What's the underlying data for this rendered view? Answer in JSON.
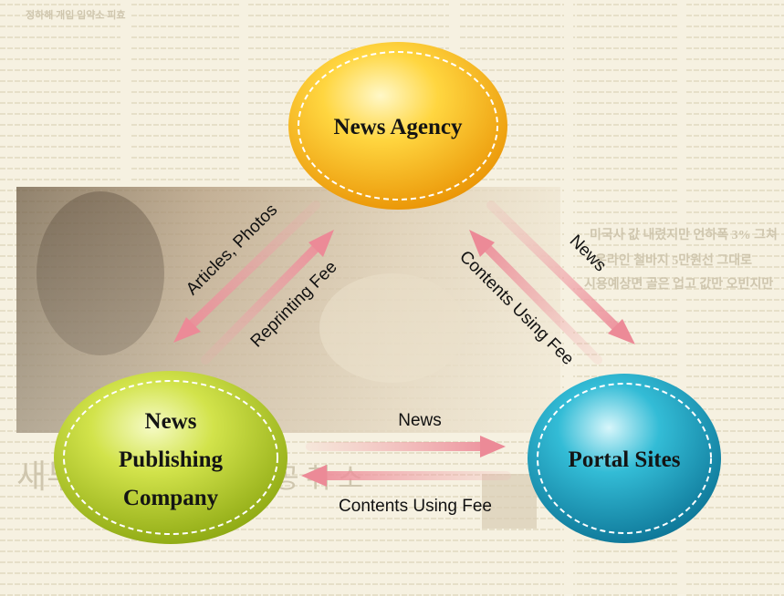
{
  "nodes": {
    "news_agency": {
      "label": "News Agency",
      "color": "#f5b800"
    },
    "publisher": {
      "label_lines": [
        "News",
        "Publishing",
        "Company"
      ],
      "color": "#b5cc1a"
    },
    "portal": {
      "label": "Portal Sites",
      "color": "#1aa3c0"
    }
  },
  "flows": {
    "articles_photos": "Articles, Photos",
    "reprinting_fee": "Reprinting Fee",
    "news_to_portal": "News",
    "contents_fee_agency": "Contents Using Fee",
    "news_publisher_to_portal": "News",
    "contents_fee_publisher": "Contents Using Fee"
  },
  "background_text": {
    "headline_1": "미국사 값 내렸지만 언하폭 3% 그쳐",
    "headline_2": "온라인 철바지 5만원선 그대로",
    "headline_3": "시용예상면 골은 업고 값만 오빈지만",
    "big_headline_left": "새부",
    "big_headline_right": "공 취 소",
    "top_left_header": "정하해 개입 입약소 피효"
  },
  "arrow_color": "#ef8f9a"
}
